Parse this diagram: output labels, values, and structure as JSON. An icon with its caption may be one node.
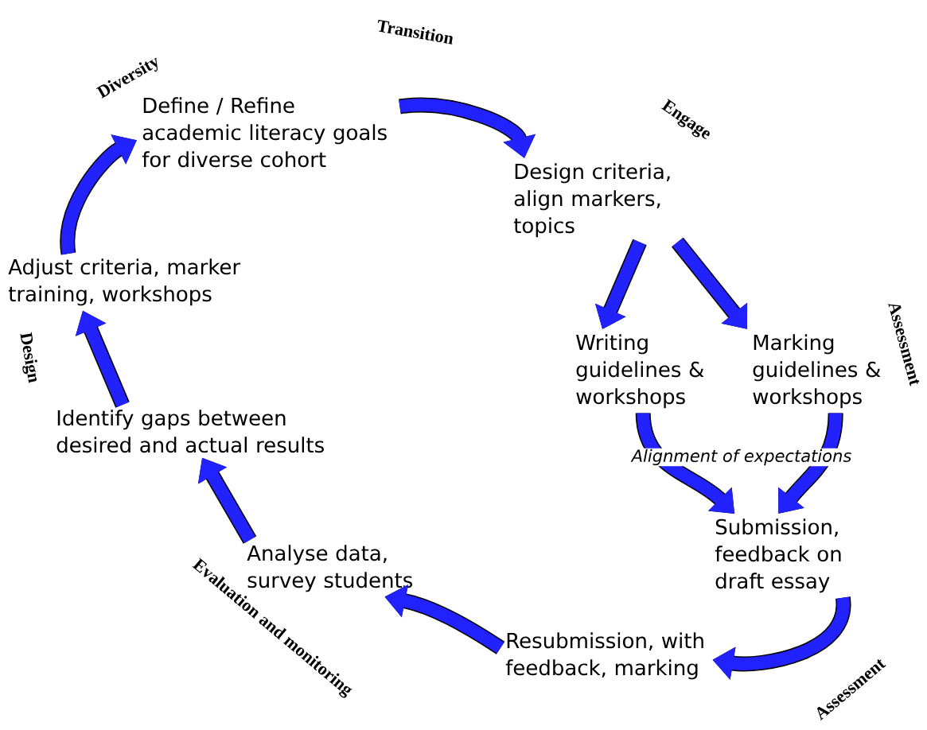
{
  "diagram": {
    "nodes": [
      {
        "text": [
          "Define / Refine academic literacy goals for diverse cohort"
        ]
      },
      {
        "text": [
          "Design criteria, align markers, topics"
        ]
      },
      {
        "text": [
          "Writing guidelines & workshops"
        ]
      },
      {
        "text": [
          "Marking guidelines & workshops"
        ]
      },
      {
        "text": [
          "Submission, feedback on draft essay"
        ]
      },
      {
        "text": [
          "Resubmission, with feedback, marking"
        ]
      },
      {
        "text": [
          "Analyse data, survey students"
        ]
      },
      {
        "text": [
          "Identify gaps between desired and actual results"
        ]
      },
      {
        "text": [
          "Adjust criteria, marker training, workshops"
        ]
      }
    ],
    "edges": [
      {
        "from": 0,
        "to": 1,
        "arrow": "to"
      },
      {
        "from": 1,
        "to": 2,
        "arrow": "to"
      },
      {
        "from": 1,
        "to": 3,
        "arrow": "to"
      },
      {
        "from": 2,
        "to": 4,
        "arrow": "to"
      },
      {
        "from": 3,
        "to": 4,
        "arrow": "to"
      },
      {
        "from": 4,
        "to": 5,
        "arrow": "to"
      },
      {
        "from": 5,
        "to": 6,
        "arrow": "to"
      },
      {
        "from": 6,
        "to": 7,
        "arrow": "to"
      },
      {
        "from": 7,
        "to": 8,
        "arrow": "to"
      },
      {
        "from": 8,
        "to": 0,
        "arrow": "to"
      }
    ],
    "labels": [
      "Transition",
      "Diversity",
      "Engage",
      "Assessment",
      "Design",
      "Alignment of expectations",
      "Evaluation and monitoring",
      "Assessment"
    ]
  }
}
